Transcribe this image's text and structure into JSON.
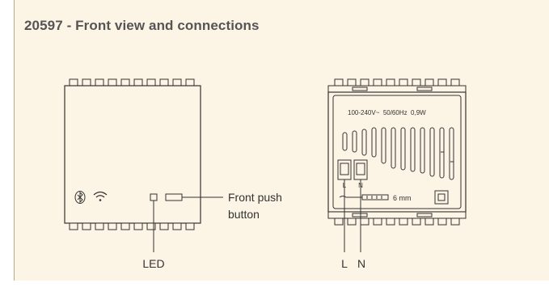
{
  "header": {
    "title": "20597 - Front view and connections"
  },
  "front_view": {
    "push_button_label_line1": "Front push",
    "push_button_label_line2": "button",
    "led_label": "LED",
    "icons": [
      "bluetooth-icon",
      "wifi-icon"
    ]
  },
  "rear_view": {
    "rating": "100-240V~  50/60Hz  0,9W",
    "terminal_l_small": "L",
    "terminal_n_small": "N",
    "strip_length": "6 mm",
    "label_l": "L",
    "label_n": "N"
  },
  "colors": {
    "panel_background": "#fcf4e4",
    "line": "#333333",
    "title": "#555555"
  }
}
